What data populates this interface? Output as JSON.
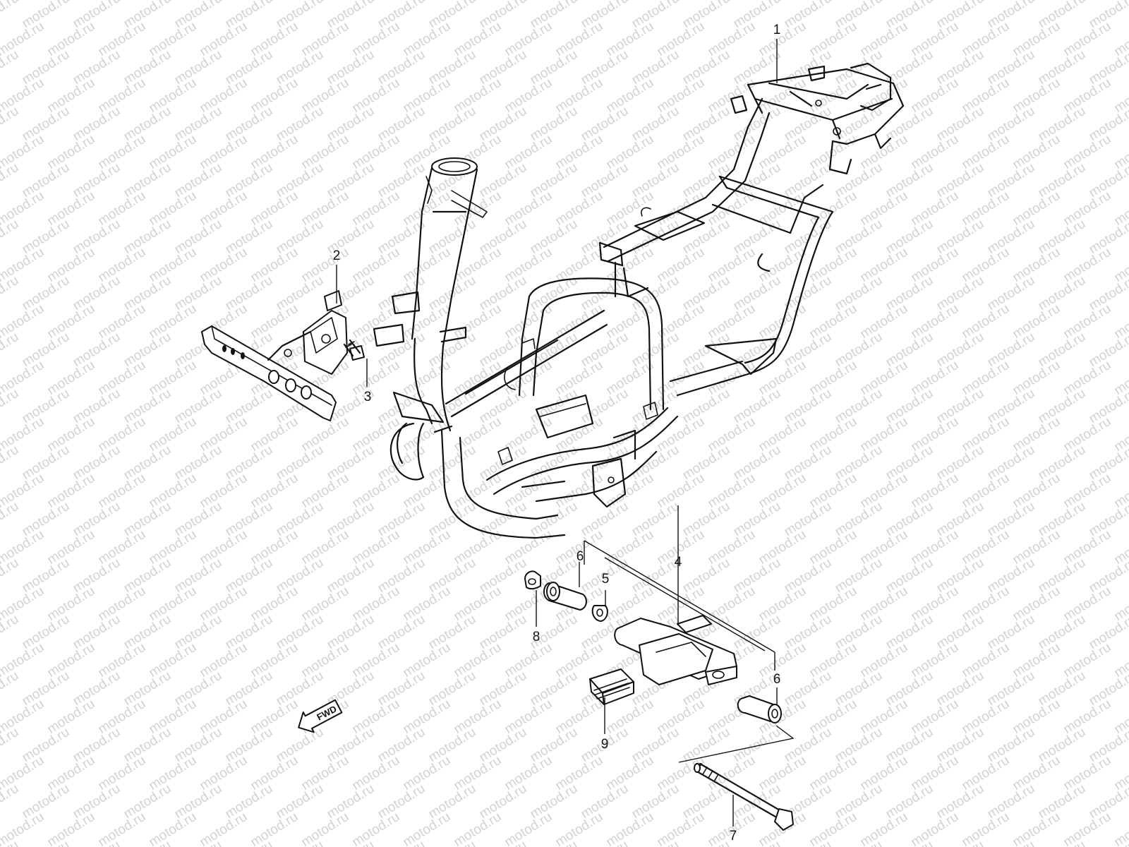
{
  "watermark": {
    "text": "motod.ru"
  },
  "callouts": {
    "c1": "1",
    "c2": "2",
    "c3": "3",
    "c4": "4",
    "c5": "5",
    "c6a": "6",
    "c6b": "6",
    "c7": "7",
    "c8": "8",
    "c9": "9"
  },
  "fwd_label": "FWD",
  "colors": {
    "line": "#111111",
    "watermark": "#d2d2d2",
    "background": "#ffffff"
  }
}
